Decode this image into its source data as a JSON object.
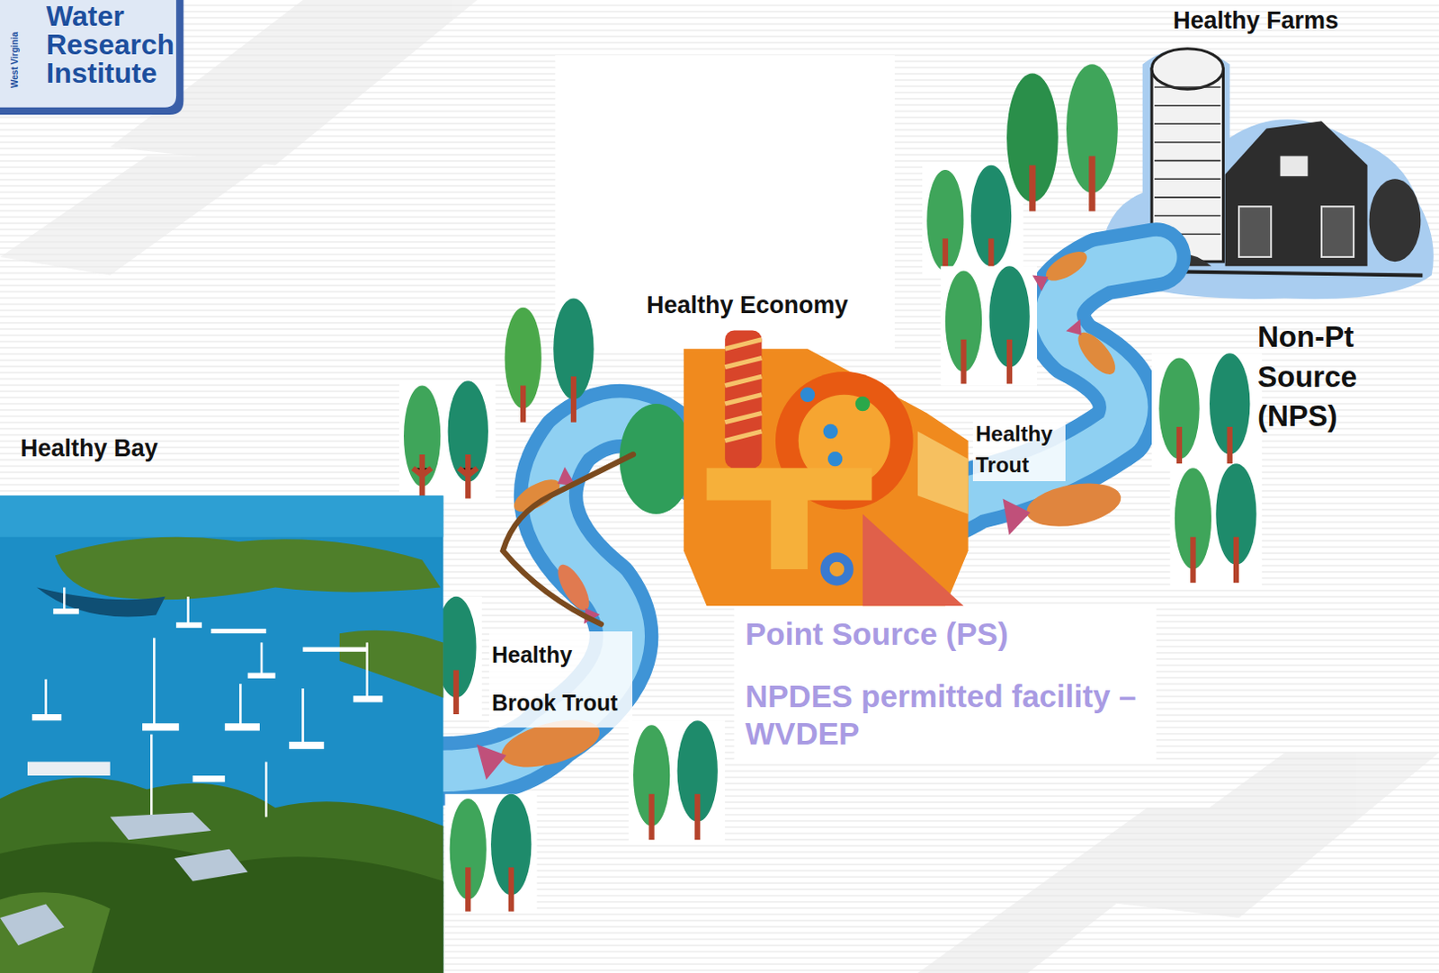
{
  "diagram": {
    "labels": [
      "Water Research Institute",
      "West Virginia",
      "Healthy Farms",
      "Healthy Economy",
      "Non-Pt Source (NPS)",
      "Healthy Bay",
      "Healthy Trout",
      "Healthy Brook Trout",
      "Point Source (PS)",
      "NPDES permitted facility – WVDEP"
    ]
  }
}
